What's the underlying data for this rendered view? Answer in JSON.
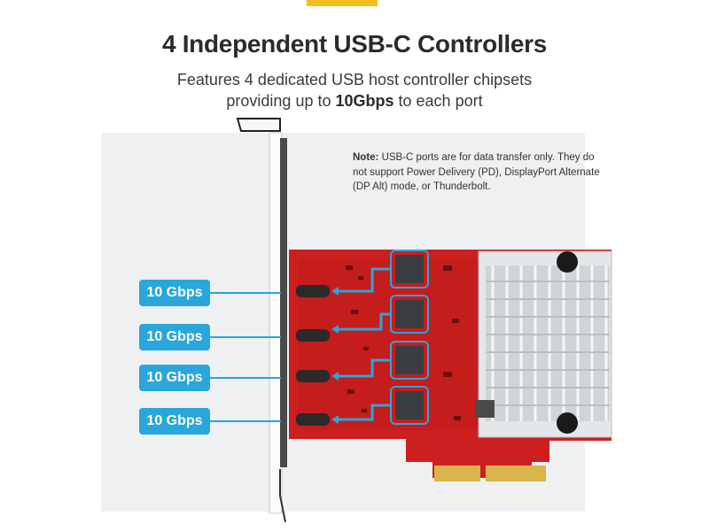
{
  "header": {
    "title": "4 Independent USB-C Controllers",
    "subtitle_line1": "Features 4 dedicated USB host controller chipsets",
    "subtitle_line2_prefix": "providing up to ",
    "subtitle_line2_bold": "10Gbps",
    "subtitle_line2_suffix": " to each port"
  },
  "note": {
    "label": "Note:",
    "text": " USB-C ports are for data transfer only. They do not support Power Delivery (PD), DisplayPort Alternate (DP Alt) mode, or Thunderbolt."
  },
  "ports": [
    {
      "speed": "10 Gbps"
    },
    {
      "speed": "10 Gbps"
    },
    {
      "speed": "10 Gbps"
    },
    {
      "speed": "10 Gbps"
    }
  ],
  "colors": {
    "accent": "#f2c01e",
    "badge": "#29a6db",
    "pcb": "#cc1f1f",
    "heatsink": "#d9dcdf"
  }
}
